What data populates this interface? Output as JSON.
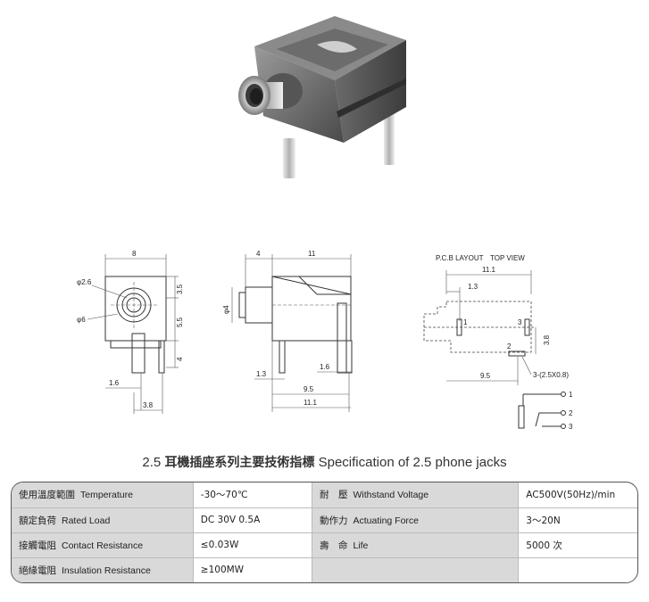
{
  "drawing": {
    "front_view": {
      "width": "8",
      "hole_diameter": "φ2.6",
      "outer_diameter": "φ6",
      "top_offset": "3.5",
      "mid_height": "5.5",
      "pin_length": "4",
      "pin_offset": "1.6",
      "pin_spacing": "3.8"
    },
    "side_view": {
      "nose_length": "4",
      "body_length": "11",
      "nose_diameter": "φ4",
      "pin_spacing_left": "1.3",
      "pin_spacing_right": "1.6",
      "pin_position": "9.5",
      "overall_length": "11.1"
    },
    "pcb_view": {
      "title_layout": "P.C.B LAYOUT",
      "title_view": "TOP VIEW",
      "overall_width": "11.1",
      "hole_offset": "1.3",
      "vertical_spacing": "3.8",
      "hole_position": "9.5",
      "hole_spec": "3-(2.5X0.8)",
      "pin1": "1",
      "pin2": "2",
      "pin3": "3",
      "schematic_pin1": "1",
      "schematic_pin2": "2",
      "schematic_pin3": "3"
    }
  },
  "heading": {
    "prefix": "2.5",
    "chinese": "耳機插座系列主要技術指標",
    "english": "Specification of 2.5 phone jacks"
  },
  "spec_table": {
    "rows": [
      {
        "label1_cn": "使用溫度範圍",
        "label1_en": "Temperature",
        "value1": "-30～70℃",
        "label2_cn": "耐　壓",
        "label2_en": "Withstand Voltage",
        "value2": "AC500V(50Hz)/min"
      },
      {
        "label1_cn": "額定負荷",
        "label1_en": "Rated Load",
        "value1": "DC 30V 0.5A",
        "label2_cn": "動作力",
        "label2_en": "Actuating Force",
        "value2": "3～20N"
      },
      {
        "label1_cn": "接觸電阻",
        "label1_en": "Contact Resistance",
        "value1": "≤0.03W",
        "label2_cn": "壽　命",
        "label2_en": "Life",
        "value2": "5000 次"
      },
      {
        "label1_cn": "絕緣電阻",
        "label1_en": "Insulation Resistance",
        "value1": "≥100MW",
        "label2_cn": "",
        "label2_en": "",
        "value2": ""
      }
    ]
  },
  "colors": {
    "label_bg": "#d9d9d9",
    "body_dark": "#5a5a5a",
    "body_light": "#8c8c8c",
    "metal": "#c8c8c8"
  }
}
